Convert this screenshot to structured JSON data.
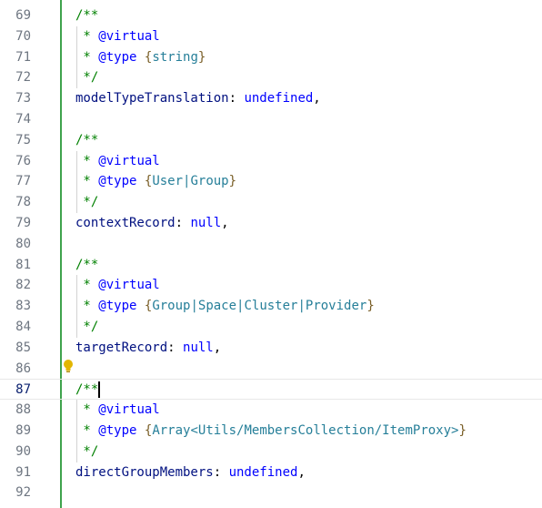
{
  "editor": {
    "lines": [
      {
        "num": "69",
        "kind": "open",
        "t1": "/**"
      },
      {
        "num": "70",
        "kind": "tag",
        "t1": " * ",
        "t2": "@virtual"
      },
      {
        "num": "71",
        "kind": "type",
        "t1": " * ",
        "t2": "@type",
        "t3": " {",
        "t4": "string",
        "t5": "}"
      },
      {
        "num": "72",
        "kind": "close",
        "t1": " */"
      },
      {
        "num": "73",
        "kind": "prop",
        "t1": "modelTypeTranslation",
        "t2": ": ",
        "t3": "undefined",
        "t4": ","
      },
      {
        "num": "74",
        "kind": "empty"
      },
      {
        "num": "75",
        "kind": "open",
        "t1": "/**"
      },
      {
        "num": "76",
        "kind": "tag",
        "t1": " * ",
        "t2": "@virtual"
      },
      {
        "num": "77",
        "kind": "type",
        "t1": " * ",
        "t2": "@type",
        "t3": " {",
        "t4": "User|Group",
        "t5": "}"
      },
      {
        "num": "78",
        "kind": "close",
        "t1": " */"
      },
      {
        "num": "79",
        "kind": "prop",
        "t1": "contextRecord",
        "t2": ": ",
        "t3": "null",
        "t4": ","
      },
      {
        "num": "80",
        "kind": "empty"
      },
      {
        "num": "81",
        "kind": "open",
        "t1": "/**"
      },
      {
        "num": "82",
        "kind": "tag",
        "t1": " * ",
        "t2": "@virtual"
      },
      {
        "num": "83",
        "kind": "type",
        "t1": " * ",
        "t2": "@type",
        "t3": " {",
        "t4": "Group|Space|Cluster|Provider",
        "t5": "}"
      },
      {
        "num": "84",
        "kind": "close",
        "t1": " */"
      },
      {
        "num": "85",
        "kind": "prop",
        "t1": "targetRecord",
        "t2": ": ",
        "t3": "null",
        "t4": ","
      },
      {
        "num": "86",
        "kind": "empty"
      },
      {
        "num": "87",
        "kind": "open",
        "t1": "/**",
        "current": true
      },
      {
        "num": "88",
        "kind": "tag",
        "t1": " * ",
        "t2": "@virtual"
      },
      {
        "num": "89",
        "kind": "type",
        "t1": " * ",
        "t2": "@type",
        "t3": " {",
        "t4": "Array<Utils/MembersCollection/ItemProxy>",
        "t5": "}"
      },
      {
        "num": "90",
        "kind": "close",
        "t1": " */"
      },
      {
        "num": "91",
        "kind": "prop",
        "t1": "directGroupMembers",
        "t2": ": ",
        "t3": "undefined",
        "t4": ","
      },
      {
        "num": "92",
        "kind": "empty"
      }
    ],
    "colors": {
      "comment": "#008000",
      "doc_tag": "#0000ff",
      "type": "#267f99",
      "property": "#001080",
      "keyword": "#0000ff",
      "gutter_change_bar": "#3fa34d",
      "lightbulb": "#e2b600"
    },
    "icons": {
      "lightbulb": "lightbulb-icon"
    }
  }
}
